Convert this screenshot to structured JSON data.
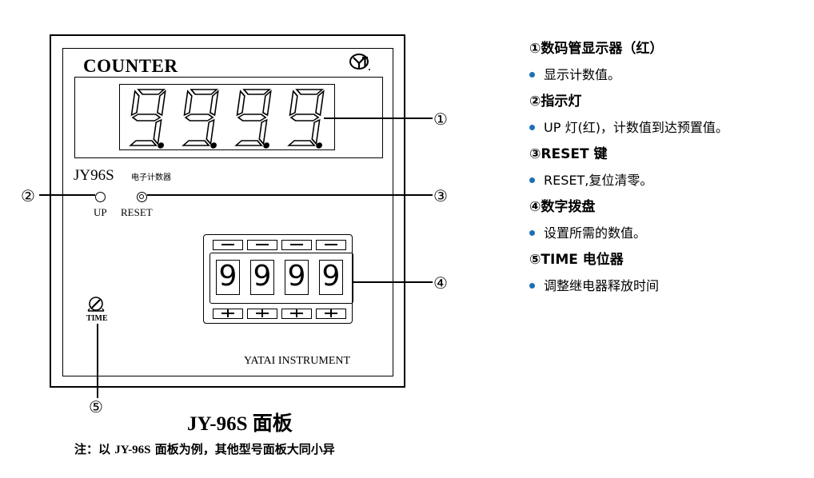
{
  "panel": {
    "brand": "COUNTER",
    "display_digits": [
      "9",
      "9",
      "9",
      "9"
    ],
    "model": "JY96S",
    "model_sub": "电子计数器",
    "up_label": "UP",
    "reset_label": "RESET",
    "switch_digits": [
      "9",
      "9",
      "9",
      "9"
    ],
    "time_label": "TIME",
    "maker": "YATAI INSTRUMENT"
  },
  "callouts": [
    "①",
    "②",
    "③",
    "④",
    "⑤"
  ],
  "caption": "JY-96S 面板",
  "note": {
    "prefix": "注：以 ",
    "model": "JY-96S",
    "suffix": " 面板为例，其他型号面板大同小异"
  },
  "legend": [
    {
      "heading": "①数码管显示器（红）",
      "item": "显示计数值。"
    },
    {
      "heading": "②指示灯",
      "item": "UP 灯(红)，计数值到达预置值。"
    },
    {
      "heading": "③RESET 键",
      "item": "RESET,复位清零。"
    },
    {
      "heading": "④数字拨盘",
      "item": "设置所需的数值。"
    },
    {
      "heading": "⑤TIME 电位器",
      "item": "调整继电器释放时间"
    }
  ],
  "colors": {
    "bullet": "#1f6fb5",
    "line": "#000000"
  }
}
